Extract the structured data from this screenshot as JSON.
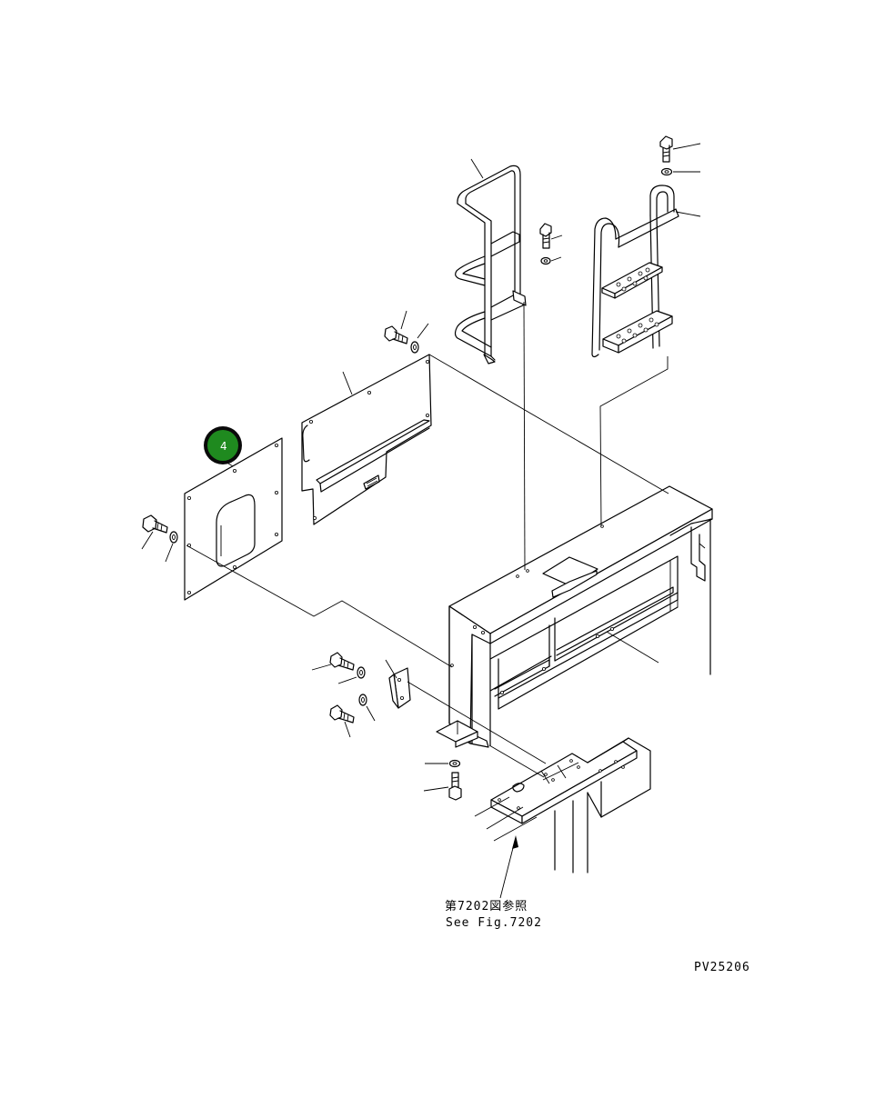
{
  "callout": {
    "number": "4",
    "fill_color": "#1f8a1f",
    "ring_color": "#0a0a0a"
  },
  "reference_note": {
    "japanese": "第7202図参照",
    "english": "See Fig.7202"
  },
  "drawing_code": "PV25206"
}
